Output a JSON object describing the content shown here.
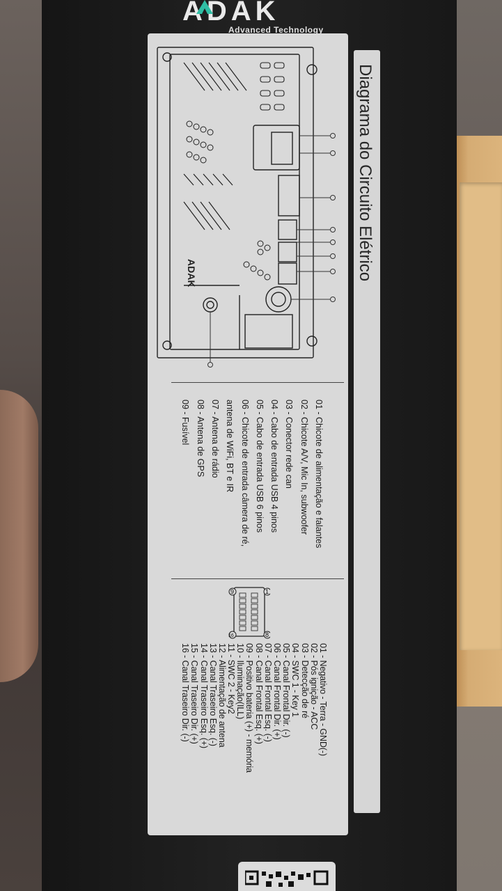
{
  "brand": {
    "name": "ADAK",
    "tagline": "Advanced Technology"
  },
  "title": "Diagrama do Circuito Elétrico",
  "device_logo": "ADAK",
  "components": [
    "01 - Chicote de alimentação e falantes",
    "02 - Chicote A/V, Mic In, subwoofer",
    "03 - Conector rede can",
    "04 - Cabo de entrada USB 4 pinos",
    "05 - Cabo de entrada USB 6 pinos",
    "06 - Chicote de entrada câmera de ré,",
    "antena de WiFi, BT e IR",
    "07 - Antena de rádio",
    "08 - Antena de GPS",
    "09 - Fusível"
  ],
  "connector_labels": [
    "1",
    "8",
    "9",
    "16"
  ],
  "pinout": [
    "01 - Negativo - Terra - GND(-)",
    "02 - Pós ignição - ACC",
    "03 - Detecção de ré",
    "04 - SWC 1 - Key 1",
    "05 - Canal Frontal Dir. (-)",
    "06 - Canal Frontal Dir. (+)",
    "07 - Canal Frontal Esq. (-)",
    "08 - Canal Frontal Esq. (+)",
    "09 - Positivo bateria (+) - memória",
    "10 - Iluminação(ILL)",
    "11 - SWC 2 - Key2",
    "12 - Alimentação de antena",
    "13 - Canal Traseiro Esq. (-)",
    "14 - Canal Traseiro Esq. (+)",
    "15 - Canal Traseiro Dir. (+)",
    "16 - Canal Traseiro Dir. (-)"
  ],
  "colors": {
    "box": "#1c1c1c",
    "sheet": "#d9d9d9",
    "ink": "#1c1c1c",
    "cardboard": "#d5ac74"
  }
}
